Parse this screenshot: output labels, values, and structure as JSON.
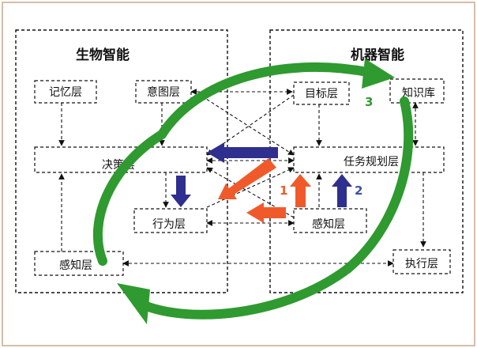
{
  "panels": {
    "bio_title": "生物智能",
    "machine_title": "机器智能"
  },
  "boxes": {
    "memory": "记忆层",
    "intent": "意图层",
    "decision": "决策层",
    "behavior": "行为层",
    "bio_perception": "感知层",
    "goal": "目标层",
    "knowledge": "知识库",
    "task_planning": "任务规划层",
    "machine_perception": "感知层",
    "execution": "执行层"
  },
  "markers": {
    "m1": "1",
    "m2": "2",
    "m3": "3"
  },
  "colors": {
    "red_arrow": "#f05a2b",
    "blue_arrow": "#2e2f8e",
    "green_cycle": "#2f9a2f",
    "marker_1": "#f05a2b",
    "marker_2": "#3b4fb0",
    "marker_3": "#2f9a2f"
  }
}
